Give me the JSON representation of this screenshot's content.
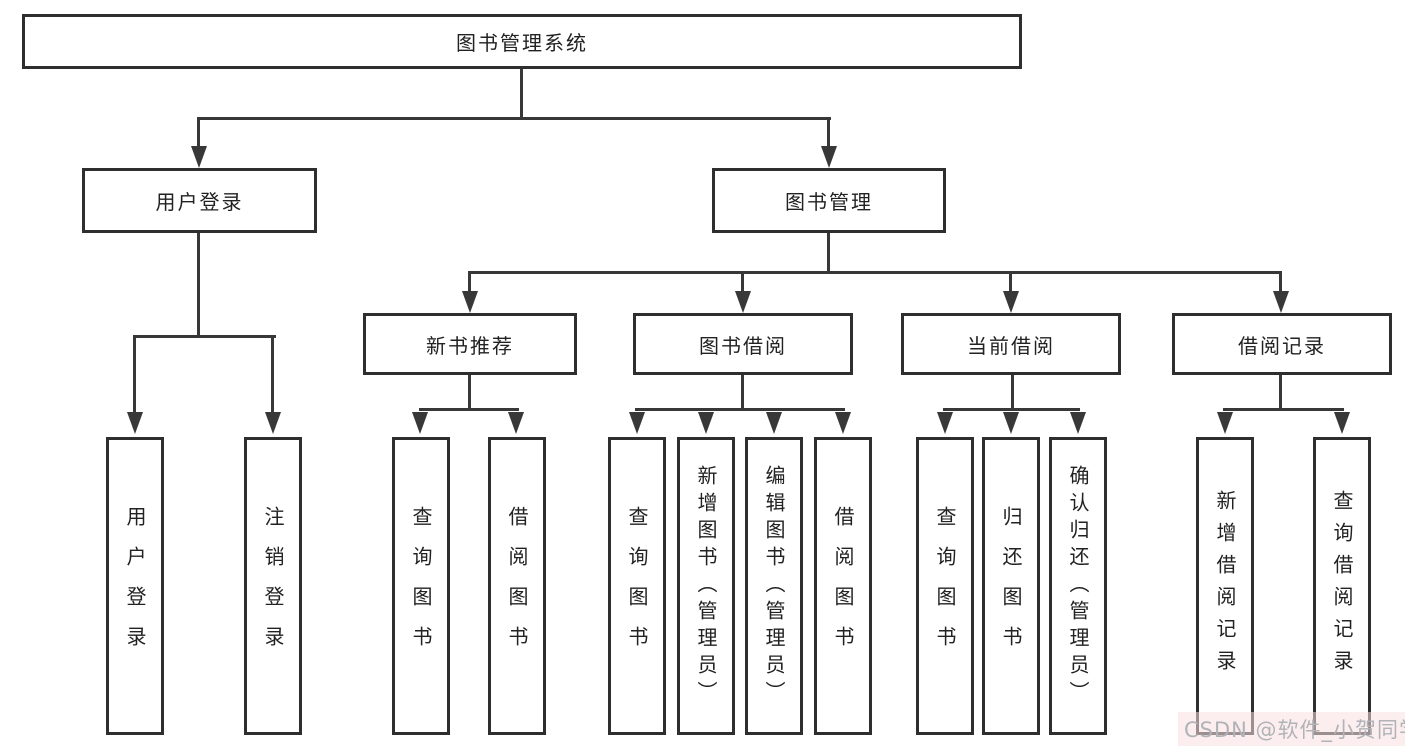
{
  "tree": {
    "root": "图书管理系统",
    "branches": [
      {
        "label": "用户登录",
        "children": [
          "用户登录",
          "注销登录"
        ]
      },
      {
        "label": "图书管理",
        "sections": [
          {
            "label": "新书推荐",
            "children": [
              "查询图书",
              "借阅图书"
            ]
          },
          {
            "label": "图书借阅",
            "children": [
              "查询图书",
              "新增图书（管理员）",
              "编辑图书（管理员）",
              "借阅图书"
            ]
          },
          {
            "label": "当前借阅",
            "children": [
              "查询图书",
              "归还图书",
              "确认归还（管理员）"
            ]
          },
          {
            "label": "借阅记录",
            "children": [
              "新增借阅记录",
              "查询借阅记录"
            ]
          }
        ]
      }
    ]
  },
  "watermark": {
    "text": "CSDN @软件_小贺同学"
  },
  "colors": {
    "line": "#383838",
    "box_border": "#2e2e2e",
    "text": "#222222",
    "watermark_text": "#b0b3b8",
    "background": "#ffffff"
  }
}
